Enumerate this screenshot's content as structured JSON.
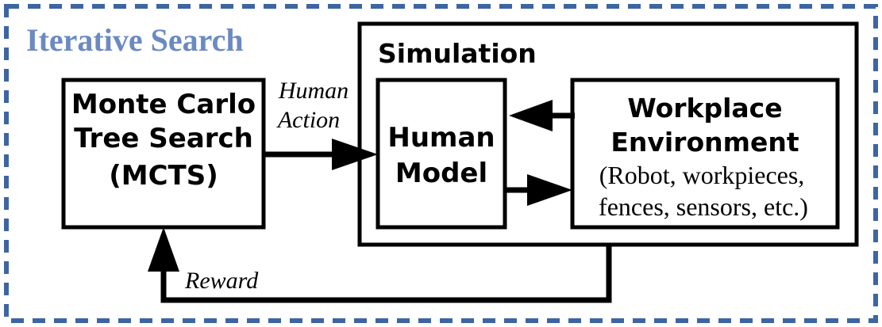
{
  "title": "Iterative Search",
  "colors": {
    "outer_border": "#3d65a3",
    "title_text": "#6b8ac2",
    "line": "#000000"
  },
  "mcts": {
    "line1": "Monte Carlo",
    "line2": "Tree Search",
    "line3": "(MCTS)"
  },
  "simulation": {
    "label": "Simulation",
    "human_model": {
      "line1": "Human",
      "line2": "Model"
    },
    "environment": {
      "line1": "Workplace",
      "line2": "Environment",
      "line3": "(Robot, workpieces,",
      "line4": "fences, sensors, etc.)"
    }
  },
  "edges": {
    "human_action": {
      "line1": "Human",
      "line2": "Action"
    },
    "reward": "Reward"
  }
}
